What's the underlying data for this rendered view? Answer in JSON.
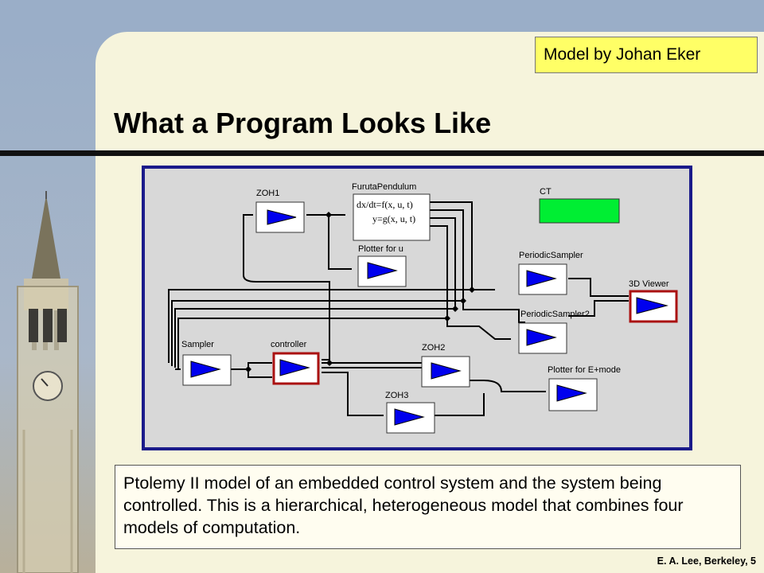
{
  "slide": {
    "title": "What a Program Looks Like",
    "model_credit": "Model by Johan Eker",
    "caption": "Ptolemy II model of an embedded control system and the system being controlled.  This is a hierarchical, heterogeneous model that combines four models of computation.",
    "footer": "E. A. Lee, Berkeley, 5"
  },
  "diagram": {
    "actors": {
      "zoh1": "ZOH1",
      "furuta": "FurutaPendulum",
      "furuta_eq1": "dx/dt=f(x, u, t)",
      "furuta_eq2": "y=g(x, u, t)",
      "ct": "CT",
      "plotter_u": "Plotter for u",
      "periodic_sampler": "PeriodicSampler",
      "viewer_3d": "3D Viewer",
      "periodic_sampler2": "PeriodicSampler2",
      "sampler": "Sampler",
      "controller": "controller",
      "zoh2": "ZOH2",
      "plotter_e": "Plotter for E+mode",
      "zoh3": "ZOH3"
    }
  },
  "colors": {
    "background": "#9aaec8",
    "slide": "#f6f4dc",
    "credit_box": "#ffff66",
    "frame": "#1a1a8a",
    "actor_icon": "#0000ee",
    "ct_director": "#00ee33",
    "composite_border": "#aa1111"
  }
}
